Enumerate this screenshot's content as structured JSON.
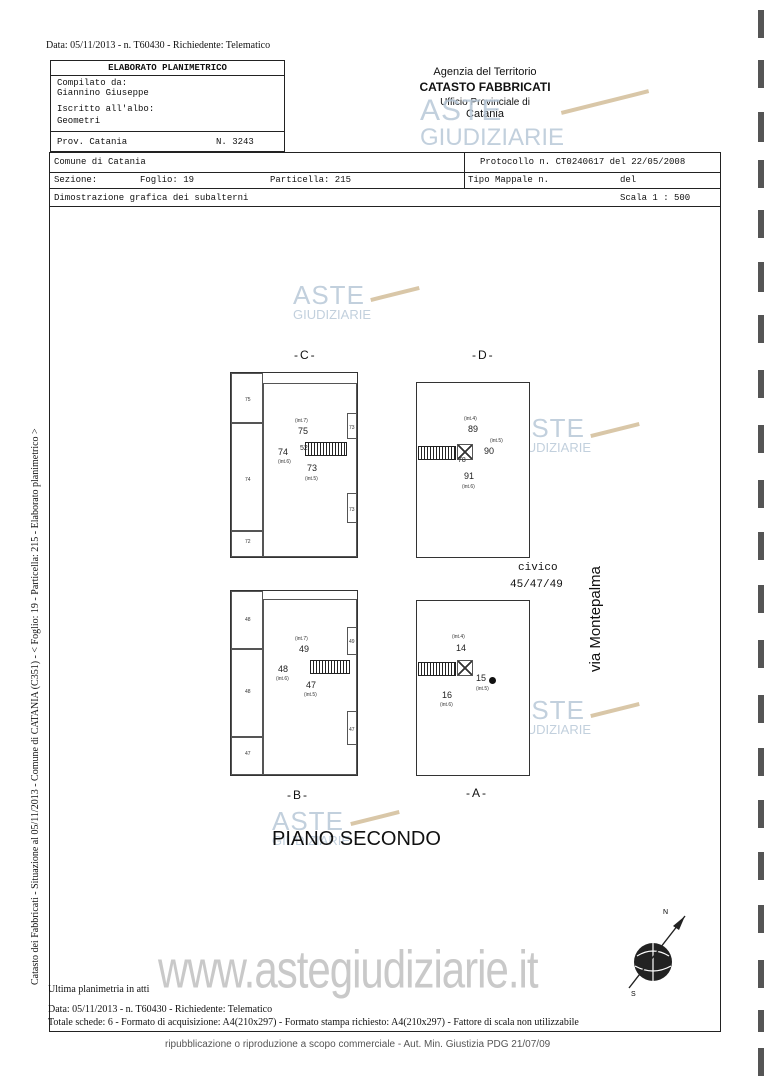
{
  "header_top": "Data: 05/11/2013 - n. T60430 - Richiedente: Telematico",
  "compiler_box": {
    "title": "ELABORATO PLANIMETRICO",
    "compiled_by_label": "Compilato da:",
    "compiled_by_name": "Giannino Giuseppe",
    "registered_label": "Iscritto all'albo:",
    "registered_value": "Geometri",
    "province": "Prov. Catania",
    "number": "N.  3243"
  },
  "agency": {
    "line1": "Agenzia del Territorio",
    "line2": "CATASTO FABBRICATI",
    "line3": "Ufficio Provinciale di",
    "line4": "Catania"
  },
  "info": {
    "comune": "Comune di Catania",
    "sezione": "Sezione:",
    "foglio": "Foglio: 19",
    "particella": "Particella: 215",
    "protocollo": "Protocollo n. CT0240617 del 22/05/2008",
    "tipo_mappale": "Tipo Mappale n.",
    "del": "del",
    "dimostrazione": "Dimostrazione grafica dei subalterni",
    "scala": "Scala 1 : 500"
  },
  "side_text": "Catasto dei Fabbricati - Situazione al 05/11/2013 - Comune di CATANIA (C351) - < Foglio: 19 - Particella: 215 - Elaborato planimetrico >",
  "plans": {
    "C": {
      "label": "-C-",
      "units": [
        "75",
        "74",
        "73",
        "52"
      ],
      "int": [
        "(int.7)",
        "(int.6)",
        "(int.5)"
      ],
      "small": [
        "75",
        "74",
        "73",
        "72",
        "73"
      ]
    },
    "D": {
      "label": "-D-",
      "units": [
        "89",
        "90",
        "91",
        "78"
      ],
      "int": [
        "(int.4)",
        "(int.5)",
        "(int.6)"
      ]
    },
    "B": {
      "label": "-B-",
      "units": [
        "49",
        "48",
        "47"
      ],
      "int": [
        "(int.7)",
        "(int.6)",
        "(int.5)"
      ],
      "small": [
        "48",
        "48",
        "47",
        "49",
        "47"
      ]
    },
    "A": {
      "label": "-A-",
      "units": [
        "14",
        "15",
        "16"
      ],
      "int": [
        "(int.4)",
        "(int.5)",
        "(int.6)"
      ]
    }
  },
  "civico": "civico",
  "civico_numbers": "45/47/49",
  "street": "via Montepalma",
  "floor_title": "PIANO SECONDO",
  "watermark": {
    "big": "ASTE",
    "small": "GIUDIZIARIE"
  },
  "site_watermark": "www.astegiudiziarie.it",
  "ultima": "Ultima planimetria in atti",
  "footer_date": "Data: 05/11/2013 - n. T60430 - Richiedente: Telematico",
  "footer_schede": "Totale schede: 6 - Formato di acquisizione: A4(210x297) - Formato stampa richiesto: A4(210x297) - Fattore di scala non utilizzabile",
  "footer_legal": "ripubblicazione o riproduzione a scopo commerciale - Aut. Min. Giustizia PDG 21/07/09",
  "compass_letters": [
    "N",
    "S"
  ]
}
